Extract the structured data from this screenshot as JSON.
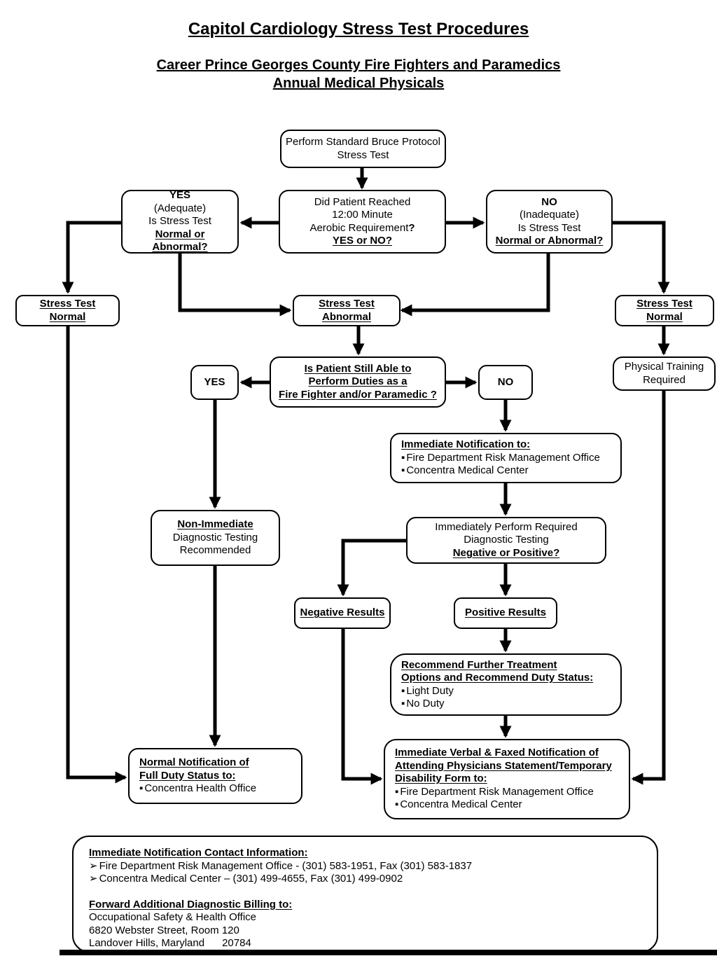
{
  "header": {
    "title": "Capitol Cardiology Stress Test Procedures",
    "subtitle_line1": "Career Prince Georges County Fire Fighters and Paramedics",
    "subtitle_line2": "Annual Medical Physicals"
  },
  "glyphs": {
    "square_bullet": "▪",
    "arrow_bullet": "➢"
  },
  "colors": {
    "ink": "#000000",
    "background": "#ffffff"
  },
  "nodes": {
    "bruce": {
      "line1": "Perform Standard Bruce Protocol",
      "line2": "Stress Test"
    },
    "yes_adequate": {
      "line1": "YES",
      "line2": "(Adequate)",
      "line3": "Is Stress Test",
      "line4": "Normal or Abnormal?"
    },
    "did_patient": {
      "line1": "Did Patient Reached",
      "line2": "12:00 Minute",
      "line3": "Aerobic Requirement",
      "line3_q": "?",
      "line4": "YES or NO?"
    },
    "no_inadequate": {
      "line1": "NO",
      "line2": "(Inadequate)",
      "line3": "Is Stress Test",
      "line4": "Normal or Abnormal?"
    },
    "stress_test_normal_left": {
      "label": "Stress Test Normal"
    },
    "stress_test_abnormal": {
      "label": "Stress Test Abnormal"
    },
    "stress_test_normal_right": {
      "label": "Stress Test Normal"
    },
    "is_patient": {
      "line1": "Is Patient Still Able to",
      "line2": "Perform Duties as a",
      "line3": "Fire Fighter and/or Paramedic ?"
    },
    "yes_small": {
      "label": "YES"
    },
    "no_small": {
      "label": "NO"
    },
    "physical_training": {
      "line1": "Physical Training",
      "line2": "Required"
    },
    "immediate_notification": {
      "title": "Immediate Notification to:",
      "bullets": [
        "Fire Department Risk Management Office",
        "Concentra Medical Center"
      ]
    },
    "non_immediate": {
      "line1": "Non-Immediate",
      "line2": "Diagnostic Testing",
      "line3": "Recommended"
    },
    "immediately_perform": {
      "line1": "Immediately Perform Required",
      "line2": "Diagnostic Testing",
      "line3": "Negative or Positive?"
    },
    "negative_results": {
      "label": "Negative Results"
    },
    "positive_results": {
      "label": "Positive Results"
    },
    "recommend_treatment": {
      "title_line1": "Recommend  Further Treatment",
      "title_line2": "Options and Recommend Duty Status:",
      "bullets": [
        "Light Duty",
        "No Duty"
      ]
    },
    "normal_notification": {
      "title_line1": "Normal Notification of",
      "title_line2": "Full Duty Status to:",
      "bullets": [
        "Concentra Health Office"
      ]
    },
    "immediate_verbal": {
      "title_line1": "Immediate Verbal & Faxed Notification of",
      "title_line2": "Attending Physicians Statement/Temporary",
      "title_line3": "Disability Form to:",
      "bullets": [
        "Fire Department Risk Management Office",
        "Concentra Medical Center"
      ]
    },
    "contact_info": {
      "heading1": "Immediate Notification Contact Information:",
      "contacts": [
        "Fire Department Risk Management Office - (301) 583-1951, Fax (301) 583-1837",
        "Concentra Medical Center – (301) 499-4655, Fax (301) 499-0902"
      ],
      "heading2": "Forward Additional Diagnostic Billing to:",
      "address_lines": [
        "Occupational Safety & Health Office",
        "6820 Webster Street, Room 120",
        "Landover Hills, Maryland      20784"
      ]
    }
  }
}
